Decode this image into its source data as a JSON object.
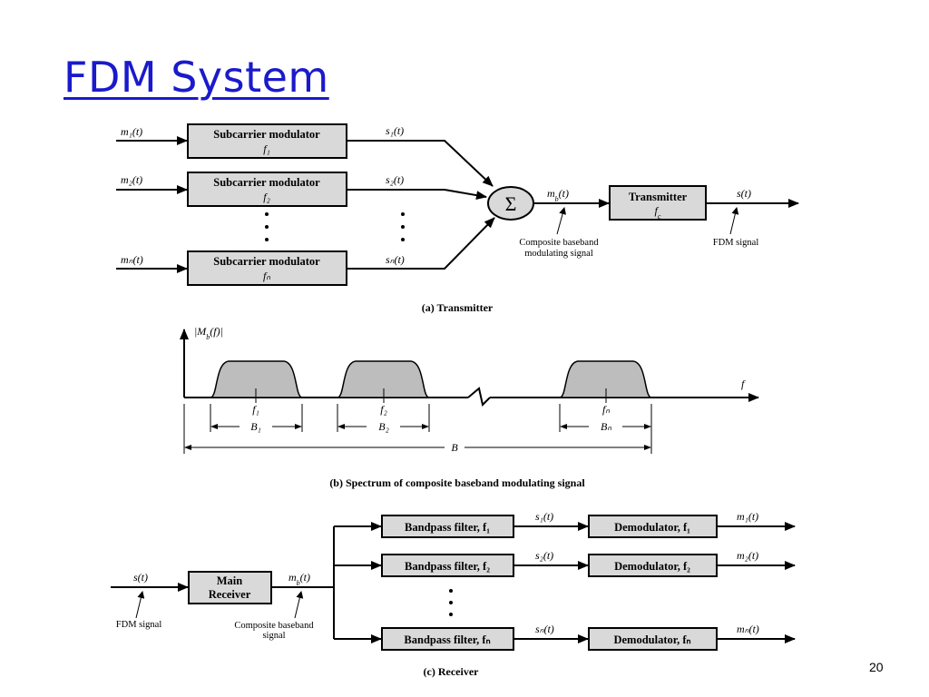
{
  "slide": {
    "title": "FDM System",
    "page_number": "20"
  },
  "transmitter": {
    "inputs": [
      "m₁(t)",
      "m₂(t)",
      "mₙ(t)"
    ],
    "modulators": [
      {
        "label": "Subcarrier modulator",
        "freq": "f₁"
      },
      {
        "label": "Subcarrier modulator",
        "freq": "f₂"
      },
      {
        "label": "Subcarrier modulator",
        "freq": "fₙ"
      }
    ],
    "outputs": [
      "s₁(t)",
      "s₂(t)",
      "sₙ(t)"
    ],
    "summer_symbol": "Σ",
    "mb_label": "m_b(t)",
    "composite_note_1": "Composite baseband",
    "composite_note_2": "modulating signal",
    "tx_box_label": "Transmitter",
    "tx_box_freq": "f_c",
    "st_label": "s(t)",
    "fdm_note": "FDM signal",
    "caption": "(a) Transmitter"
  },
  "spectrum": {
    "y_label": "|M_b(f)|",
    "x_label": "f",
    "centers": [
      "f₁",
      "f₂",
      "fₙ"
    ],
    "bandwidths": [
      "B₁",
      "B₂",
      "Bₙ"
    ],
    "total_bandwidth": "B",
    "caption": "(b) Spectrum of composite baseband modulating signal"
  },
  "receiver": {
    "st_label": "s(t)",
    "fdm_note": "FDM signal",
    "main_box_1": "Main",
    "main_box_2": "Receiver",
    "mb_label": "m_b(t)",
    "composite_note_1": "Composite baseband",
    "composite_note_2": "signal",
    "filters": [
      "Bandpass filter, f₁",
      "Bandpass filter, f₂",
      "Bandpass filter, fₙ"
    ],
    "filter_outputs": [
      "s₁(t)",
      "s₂(t)",
      "sₙ(t)"
    ],
    "demodulators": [
      "Demodulator, f₁",
      "Demodulator, f₂",
      "Demodulator, fₙ"
    ],
    "outputs": [
      "m₁(t)",
      "m₂(t)",
      "mₙ(t)"
    ],
    "caption": "(c) Receiver"
  },
  "colors": {
    "title": "#1a1acc",
    "box_fill": "#d9d9d9",
    "spectrum_fill": "#bdbdbd"
  }
}
